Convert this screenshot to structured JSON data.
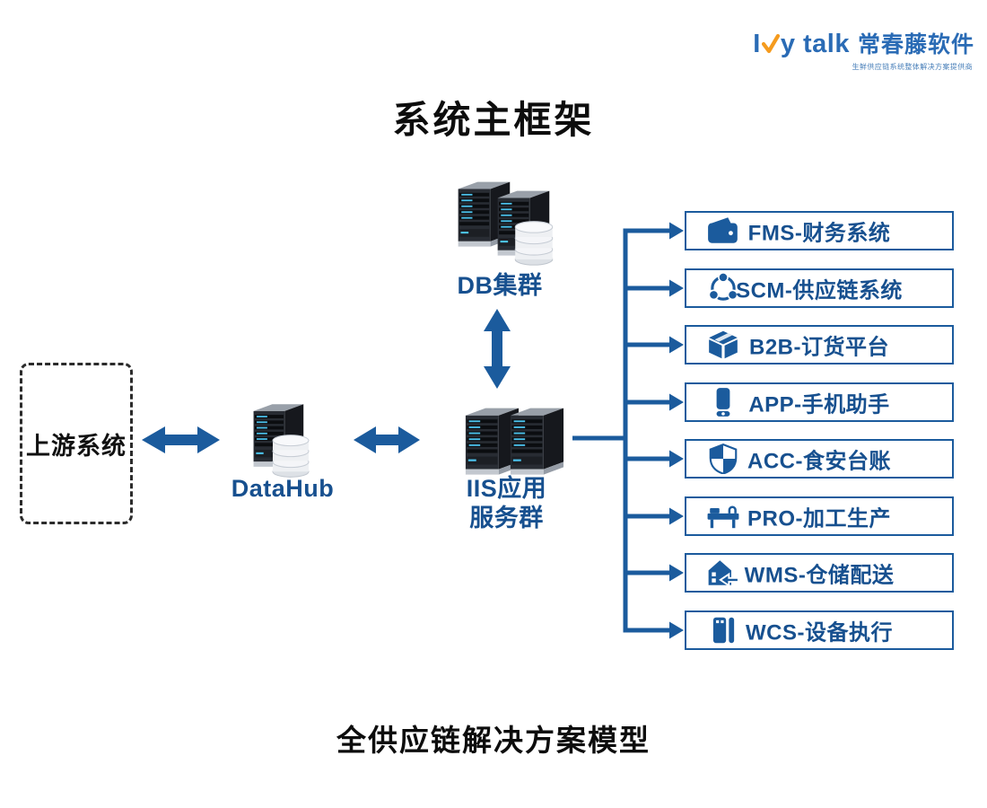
{
  "logo": {
    "brand_i": "I",
    "brand_rest": "y talk",
    "brand_cn": "常春藤软件",
    "tagline": "生鲜供应链系统整体解决方案提供商",
    "check_icon": "check-icon"
  },
  "title": "系统主框架",
  "caption": "全供应链解决方案模型",
  "nodes": {
    "upstream": {
      "label": "上游系统"
    },
    "datahub": {
      "label": "DataHub",
      "icon": "server-database-icon"
    },
    "db_cluster": {
      "label": "DB集群",
      "icon": "server-cluster-database-icon"
    },
    "iis": {
      "label_line1": "IIS应用",
      "label_line2": "服务群",
      "icon": "server-cluster-icon"
    }
  },
  "connectors": {
    "upstream_datahub": "bidirectional-arrow",
    "datahub_iis": "bidirectional-arrow",
    "db_iis": "bidirectional-arrow",
    "iis_modules": "spine-with-branch-arrows"
  },
  "modules": [
    {
      "icon": "wallet-icon",
      "label": "FMS-财务系统"
    },
    {
      "icon": "share-network-icon",
      "label": "SCM-供应链系统"
    },
    {
      "icon": "package-box-icon",
      "label": "B2B-订货平台"
    },
    {
      "icon": "smartphone-icon",
      "label": "APP-手机助手"
    },
    {
      "icon": "shield-icon",
      "label": "ACC-食安台账"
    },
    {
      "icon": "production-machine-icon",
      "label": "PRO-加工生产"
    },
    {
      "icon": "warehouse-icon",
      "label": "WMS-仓储配送"
    },
    {
      "icon": "equipment-cabinet-icon",
      "label": "WCS-设备执行"
    }
  ],
  "theme": {
    "accent_blue": "#1b5b9d",
    "text_blue": "#17508f",
    "logo_blue": "#2a6bb5",
    "logo_orange": "#f59b1e",
    "ink": "#0d0d0d"
  }
}
